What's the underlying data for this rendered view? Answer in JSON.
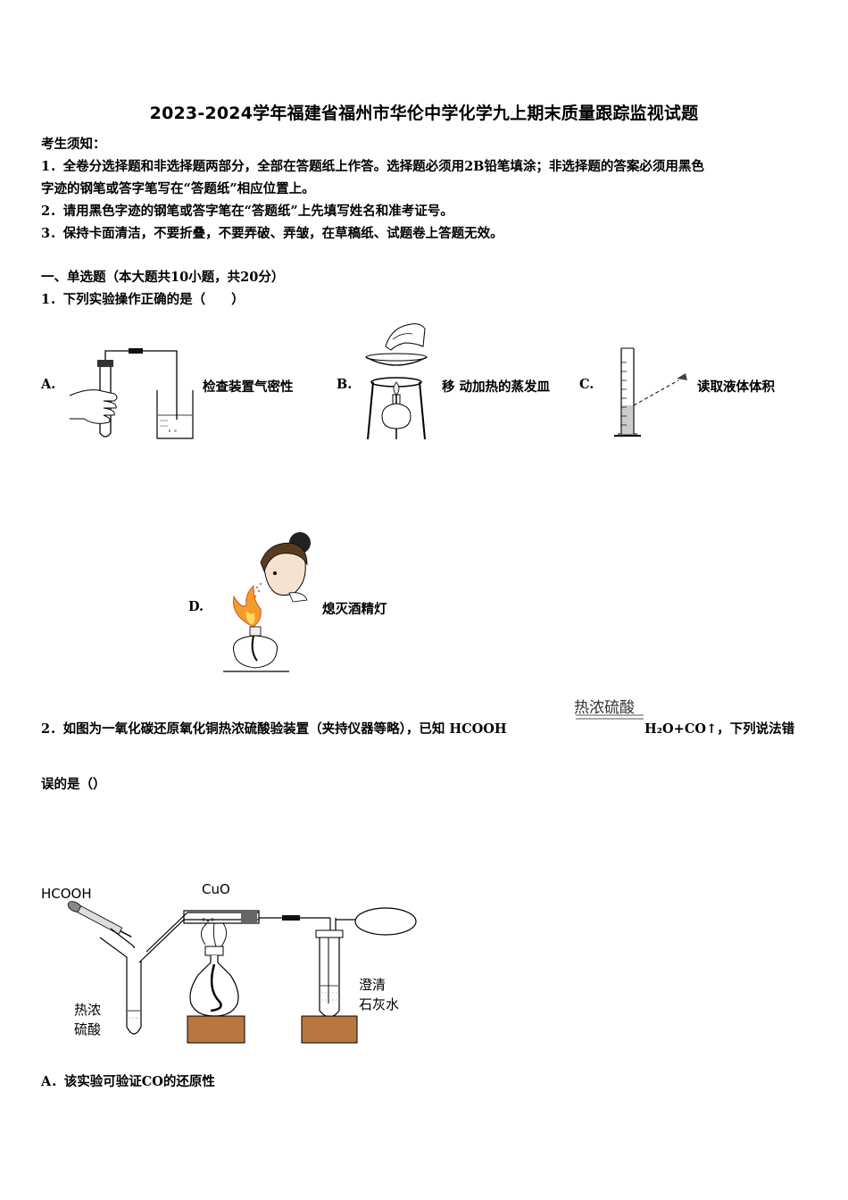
{
  "title": "2023-2024学年福建省福州市华伦中学化学九上期末质量跟踪监视试题",
  "notice": {
    "heading": "考生须知：",
    "line1a": "1．全卷分选择题和非选择题两部分，全部在答题纸上作答。选择题必须用2B铅笔填涂；非选择题的答案必须用黑色",
    "line1b": "字迹的钢笔或答字笔写在“答题纸”相应位置上。",
    "line2": "2．请用黑色字迹的钢笔或答字笔在“答题纸”上先填写姓名和准考证号。",
    "line3": "3．保持卡面清洁，不要折叠，不要弄破、弄皱，在草稿纸、试题卷上答题无效。"
  },
  "section1": "一、单选题（本大题共10小题，共20分）",
  "q1": {
    "stem": "1．下列实验操作正确的是（　　）",
    "a_letter": "A.",
    "a_text": "检查装置气密性",
    "b_letter": "B.",
    "b_text": "移 动加热的蒸发皿",
    "c_letter": "C.",
    "c_text": "读取液体体积",
    "d_letter": "D.",
    "d_text": "熄灭酒精灯"
  },
  "q2": {
    "stem_start": "2．如图为一氧化碳还原氧化铜热浓硫酸验装置（夹持仪器等略），已知 HCOOH",
    "condition": "热浓硫酸",
    "stem_product": "H₂O+CO↑，下列说法错",
    "stem_end": "误的是（）",
    "fig_hcooh": "HCOOH",
    "fig_cuo": "CuO",
    "fig_balloon": "气球",
    "fig_acid1": "热浓",
    "fig_acid2": "硫酸",
    "fig_lime1": "澄清",
    "fig_lime2": "石灰水",
    "option_a": "A．该实验可验证CO的还原性"
  }
}
